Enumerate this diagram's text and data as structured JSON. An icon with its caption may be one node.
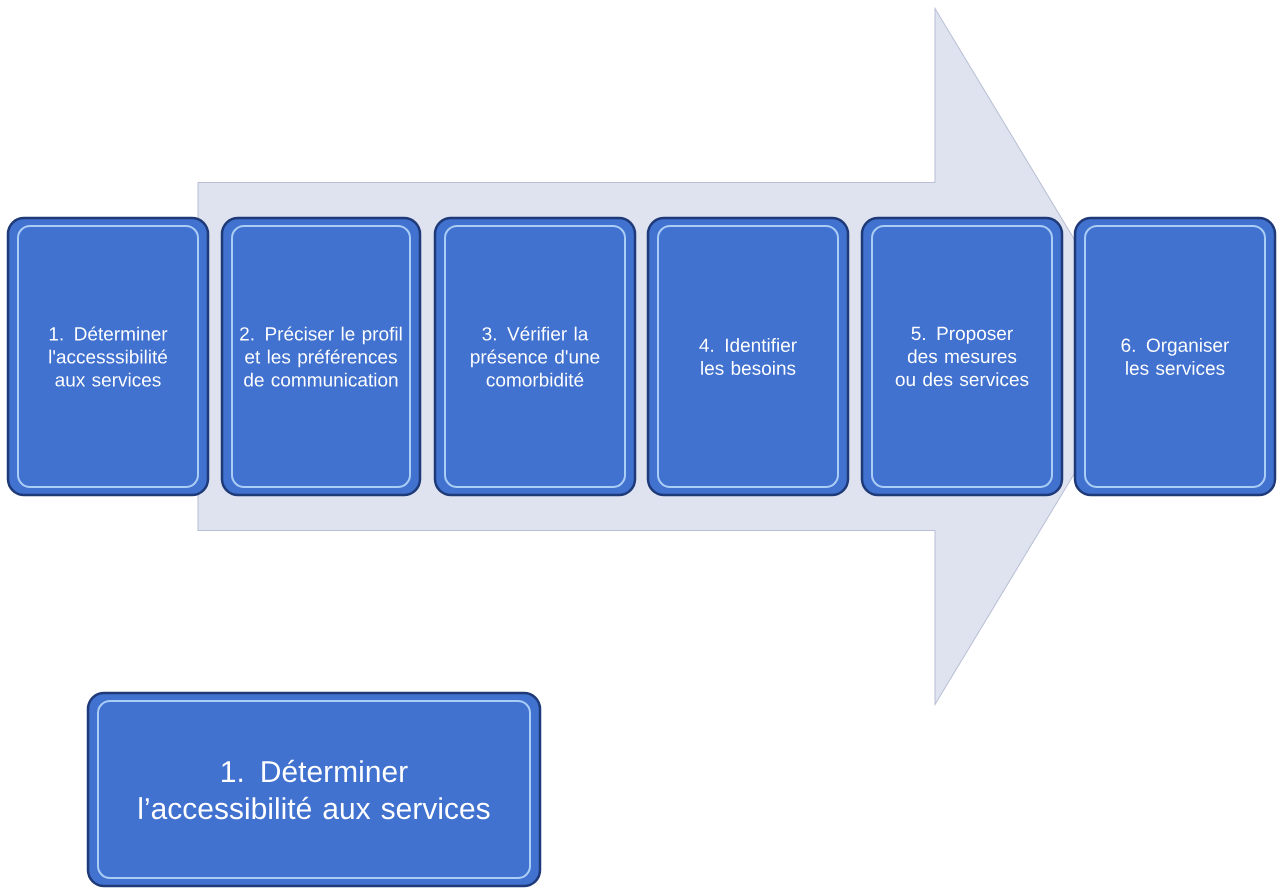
{
  "diagram": {
    "nodes": [
      {
        "text": [
          "1. Déterminer l'accesssibilité aux services"
        ]
      },
      {
        "text": [
          "2. Préciser le profil et les préférences de communication"
        ]
      },
      {
        "text": [
          "3. Vérifier la présence d'une comorbidité"
        ]
      },
      {
        "text": [
          "4. Identifier les besoins"
        ]
      },
      {
        "text": [
          "5. Proposer des mesures ou des services"
        ]
      },
      {
        "text": [
          "6. Organiser les services"
        ]
      },
      {
        "text": [
          "1. Déterminer l’accessibilité aux services"
        ]
      }
    ],
    "edges": [
      {
        "from": 0,
        "to": 5,
        "arrow": "to"
      }
    ]
  }
}
